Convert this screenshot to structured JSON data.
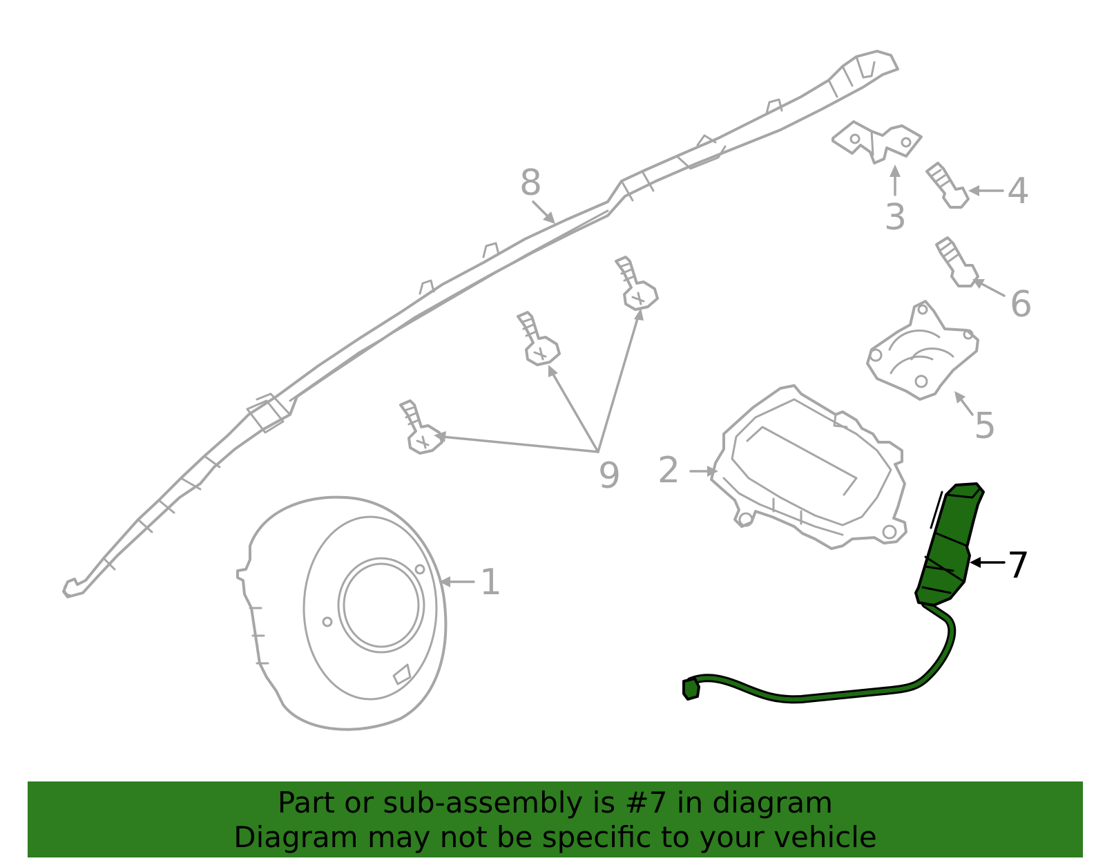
{
  "diagram": {
    "callouts": {
      "part1": "1",
      "part2": "2",
      "part3": "3",
      "part4": "4",
      "part5": "5",
      "part6": "6",
      "part7": "7",
      "part8": "8",
      "part9": "9"
    },
    "highlighted_part": "7",
    "colors": {
      "line_art": "#a6a6a6",
      "highlight_fill": "#1e6b12",
      "banner_background": "#2e7d1f"
    }
  },
  "banner": {
    "line1": "Part or sub-assembly is #7 in diagram",
    "line2": "Diagram may not be specific to your vehicle"
  }
}
